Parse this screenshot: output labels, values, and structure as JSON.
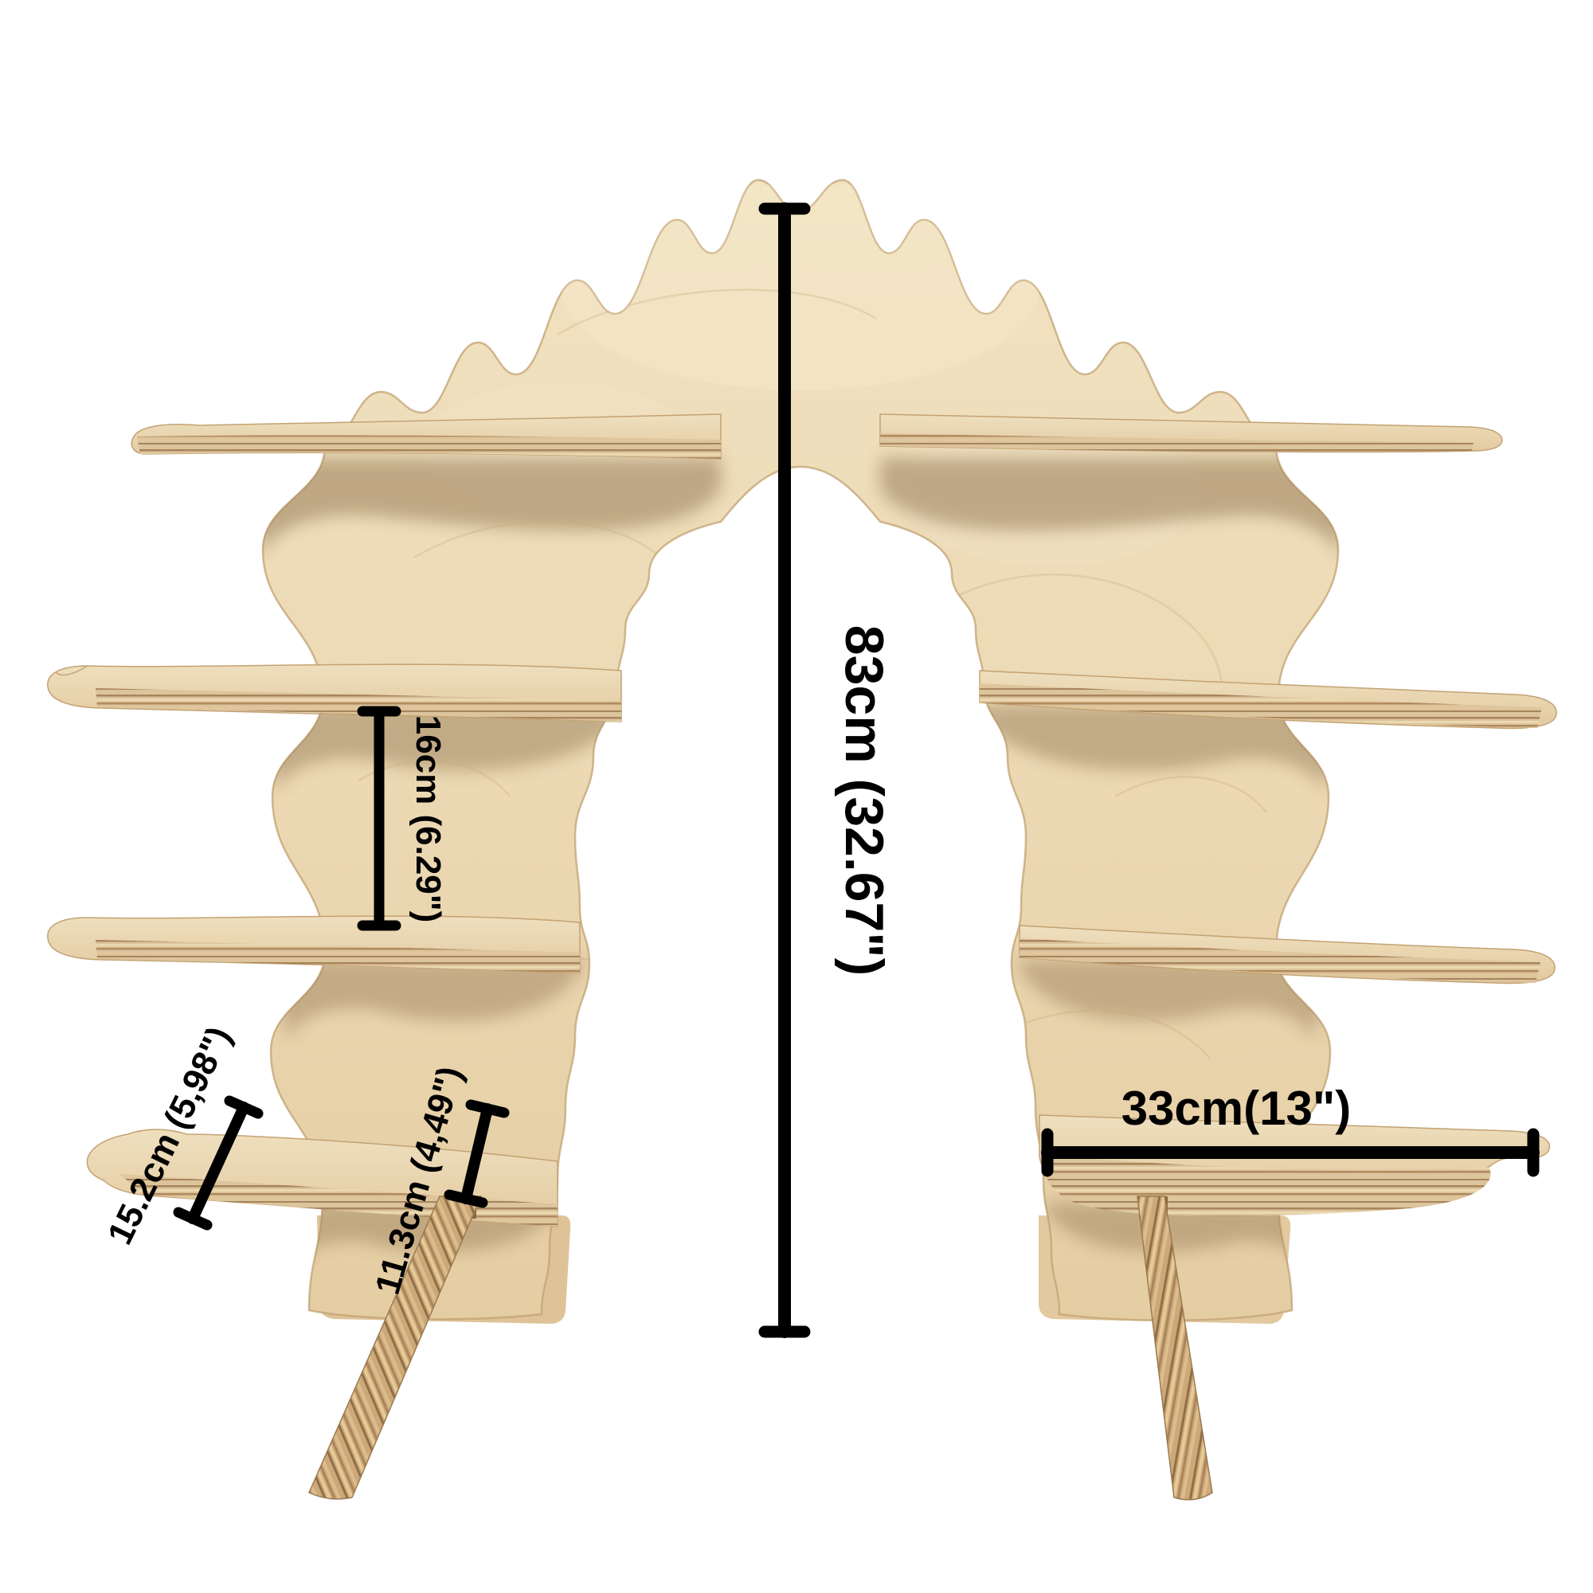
{
  "page": {
    "background": "#ffffff",
    "description": "Product dimension photo of a wavy arch-shaped plywood display shelf with four shelves per side, two angled feet, and black measurement annotations"
  },
  "annotations": {
    "overall_height": {
      "label": "83cm (32.67\")",
      "orientation": "vertical-center"
    },
    "shelf_spacing": {
      "label": "16cm (6.29\")",
      "orientation": "vertical-left"
    },
    "shelf_depth": {
      "label": "15.2cm (5,98\")",
      "orientation": "diagonal-bottom-left"
    },
    "foot_length": {
      "label": "11.3cm (4,49\")",
      "orientation": "diagonal-bottom-left"
    },
    "shelf_length": {
      "label": "33cm(13\")",
      "orientation": "horizontal-right"
    }
  },
  "colors": {
    "background": "#ffffff",
    "annotation": "#000000",
    "wood_light": "#f2e4c4",
    "wood_mid": "#e9d3ab",
    "wood_shadow": "#a98a62",
    "ply_edge_base": "#dcc49c",
    "ply_edge_dark": "#a8855c",
    "leg_stripe_dark": "#8f6f49"
  }
}
